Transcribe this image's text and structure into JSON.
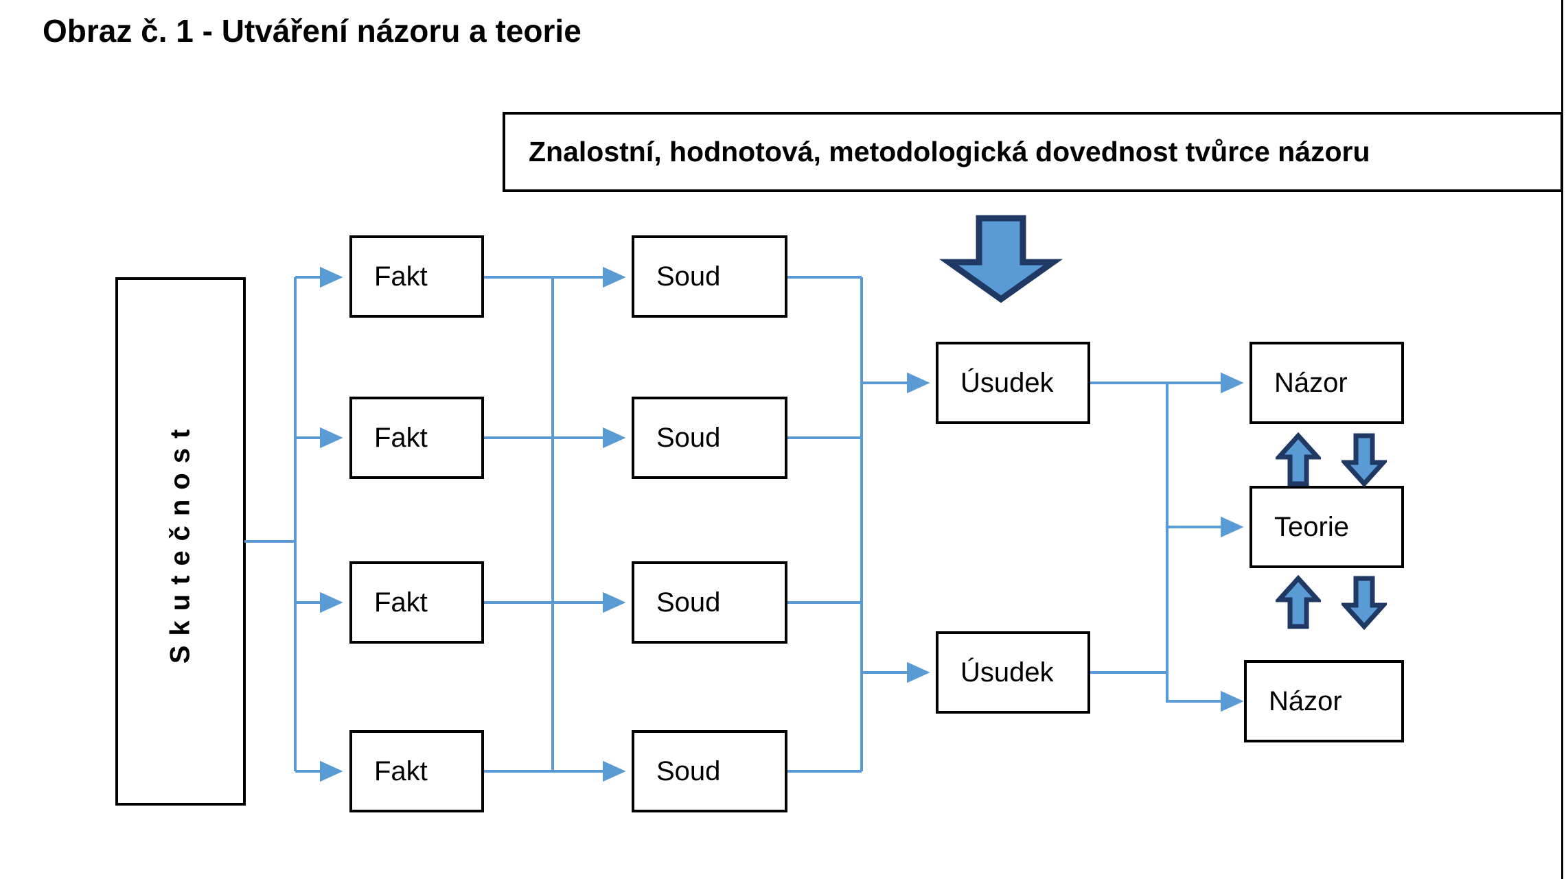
{
  "title": "Obraz č. 1 - Utváření názoru a teorie",
  "header": {
    "skills_box_text": "Znalostní, hodnotová, metodologická dovednost tvůrce názoru"
  },
  "colors": {
    "connector_blue": "#5B9BD5",
    "arrow_fill": "#5B9BD5",
    "arrow_outline": "#1F3864",
    "box_border": "#000000",
    "box_fill": "#FFFFFF",
    "text": "#000000",
    "page_background": "#FFFFFF"
  },
  "reality": {
    "label": "Skutečnost"
  },
  "facts": [
    {
      "label": "Fakt"
    },
    {
      "label": "Fakt"
    },
    {
      "label": "Fakt"
    },
    {
      "label": "Fakt"
    }
  ],
  "judgements": [
    {
      "label": "Soud"
    },
    {
      "label": "Soud"
    },
    {
      "label": "Soud"
    },
    {
      "label": "Soud"
    }
  ],
  "inferences": [
    {
      "label": "Úsudek"
    },
    {
      "label": "Úsudek"
    }
  ],
  "outcomes": [
    {
      "label": "Názor"
    },
    {
      "label": "Teorie"
    },
    {
      "label": "Názor"
    }
  ],
  "icons": {
    "big_down_arrow": "down-block-arrow",
    "up_arrow": "up-block-arrow",
    "down_arrow": "down-block-arrow",
    "flow_arrowhead": "right-arrowhead"
  }
}
